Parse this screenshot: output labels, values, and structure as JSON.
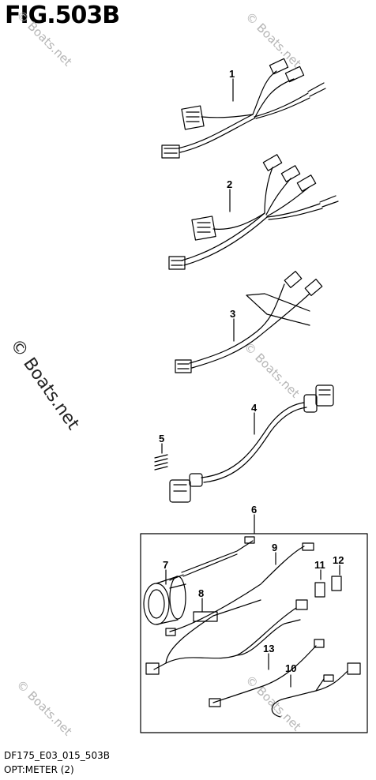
{
  "figure": {
    "title": "FIG.503B",
    "model_code": "DF175_E03_015_503B",
    "caption": "OPT:METER (2)"
  },
  "watermark": {
    "large": "© Boats.net",
    "small": "© Boats.net"
  },
  "callouts": [
    "1",
    "2",
    "3",
    "4",
    "5",
    "6",
    "7",
    "8",
    "9",
    "10",
    "11",
    "12",
    "13"
  ]
}
